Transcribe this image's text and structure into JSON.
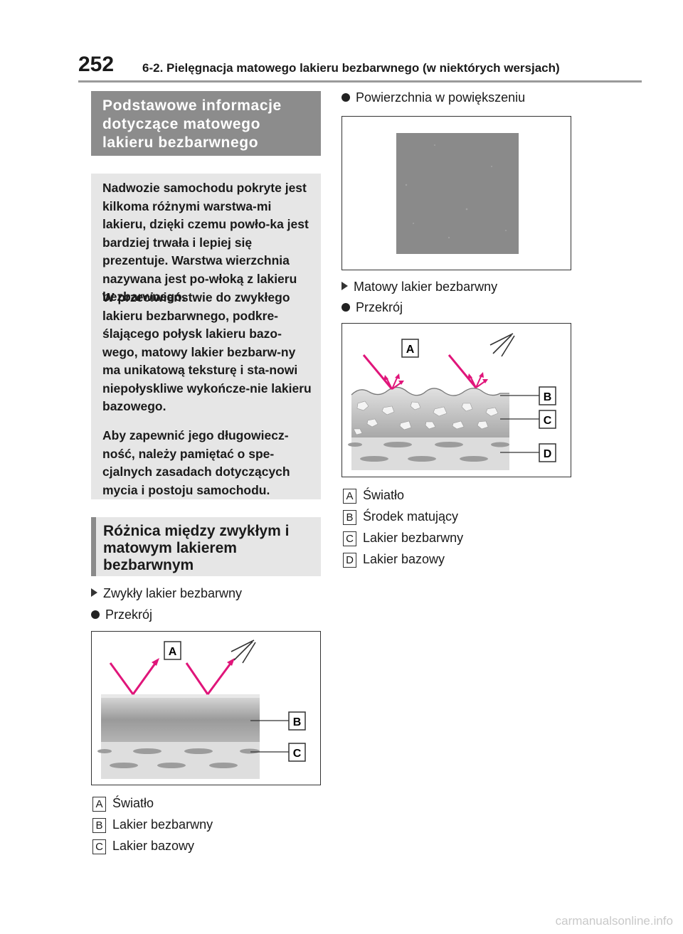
{
  "header": {
    "page_number": "252",
    "chapter_title": "6-2. Pielęgnacja matowego lakieru bezbarwnego (w niektórych wersjach)"
  },
  "section1": {
    "title": "Podstawowe informacje dotyczące matowego lakieru bezbarwnego",
    "paragraphs": [
      "Nadwozie samochodu pokryte jest kilkoma różnymi warstwa-mi lakieru, dzięki czemu powło-ka jest bardziej trwała i lepiej się prezentuje. Warstwa wierzchnia nazywana jest po-włoką z lakieru bezbarwnego.",
      "W przeciwieństwie do zwykłego lakieru bezbarwnego, podkre-ślającego połysk lakieru bazo-wego, matowy lakier bezbarw-ny ma unikatową teksturę i sta-nowi niepołyskliwe wykończe-nie lakieru bazowego.",
      "Aby zapewnić jego długowiecz-ność, należy pamiętać o spe-cjalnych zasadach dotyczących mycia i postoju samochodu."
    ]
  },
  "section2": {
    "title": "Różnica między zwykłym i matowym lakierem bezbarwnym"
  },
  "left": {
    "subheading": "Zwykły lakier bezbarwny",
    "bullet": "Przekrój",
    "legend": [
      {
        "key": "A",
        "text": "Światło"
      },
      {
        "key": "B",
        "text": "Lakier bezbarwny"
      },
      {
        "key": "C",
        "text": "Lakier bazowy"
      }
    ]
  },
  "right": {
    "bullet_surface": "Powierzchnia w powiększeniu",
    "subheading": "Matowy lakier bezbarwny",
    "bullet": "Przekrój",
    "legend": [
      {
        "key": "A",
        "text": "Światło"
      },
      {
        "key": "B",
        "text": "Środek matujący"
      },
      {
        "key": "C",
        "text": "Lakier bezbarwny"
      },
      {
        "key": "D",
        "text": "Lakier bazowy"
      }
    ]
  },
  "watermark": "carmanualsonline.info",
  "colors": {
    "light_ray": "#e0157a",
    "section_bg": "#8c8c8c",
    "panel_bg": "#e6e6e6"
  }
}
